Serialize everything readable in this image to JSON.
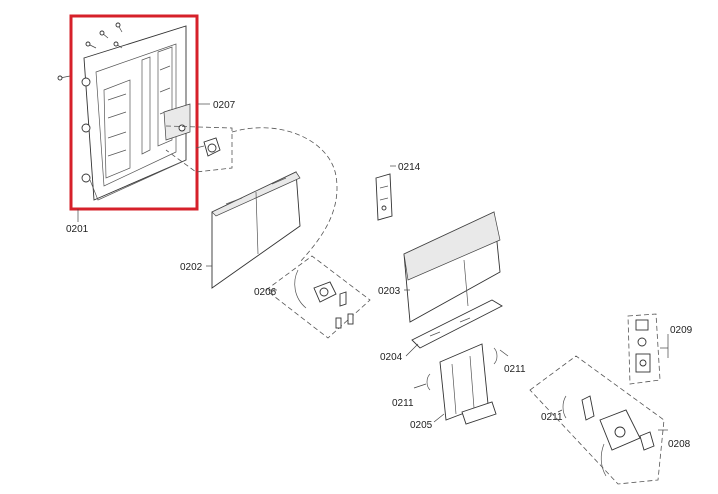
{
  "highlight_color": "#d6202a",
  "highlighted_part": "0201",
  "labels": {
    "p0201": "0201",
    "p0202": "0202",
    "p0203": "0203",
    "p0204": "0204",
    "p0205": "0205",
    "p0206": "0206",
    "p0207": "0207",
    "p0208": "0208",
    "p0209": "0209",
    "p0211a": "0211",
    "p0211b": "0211",
    "p0211c": "0211",
    "p0214": "0214"
  }
}
